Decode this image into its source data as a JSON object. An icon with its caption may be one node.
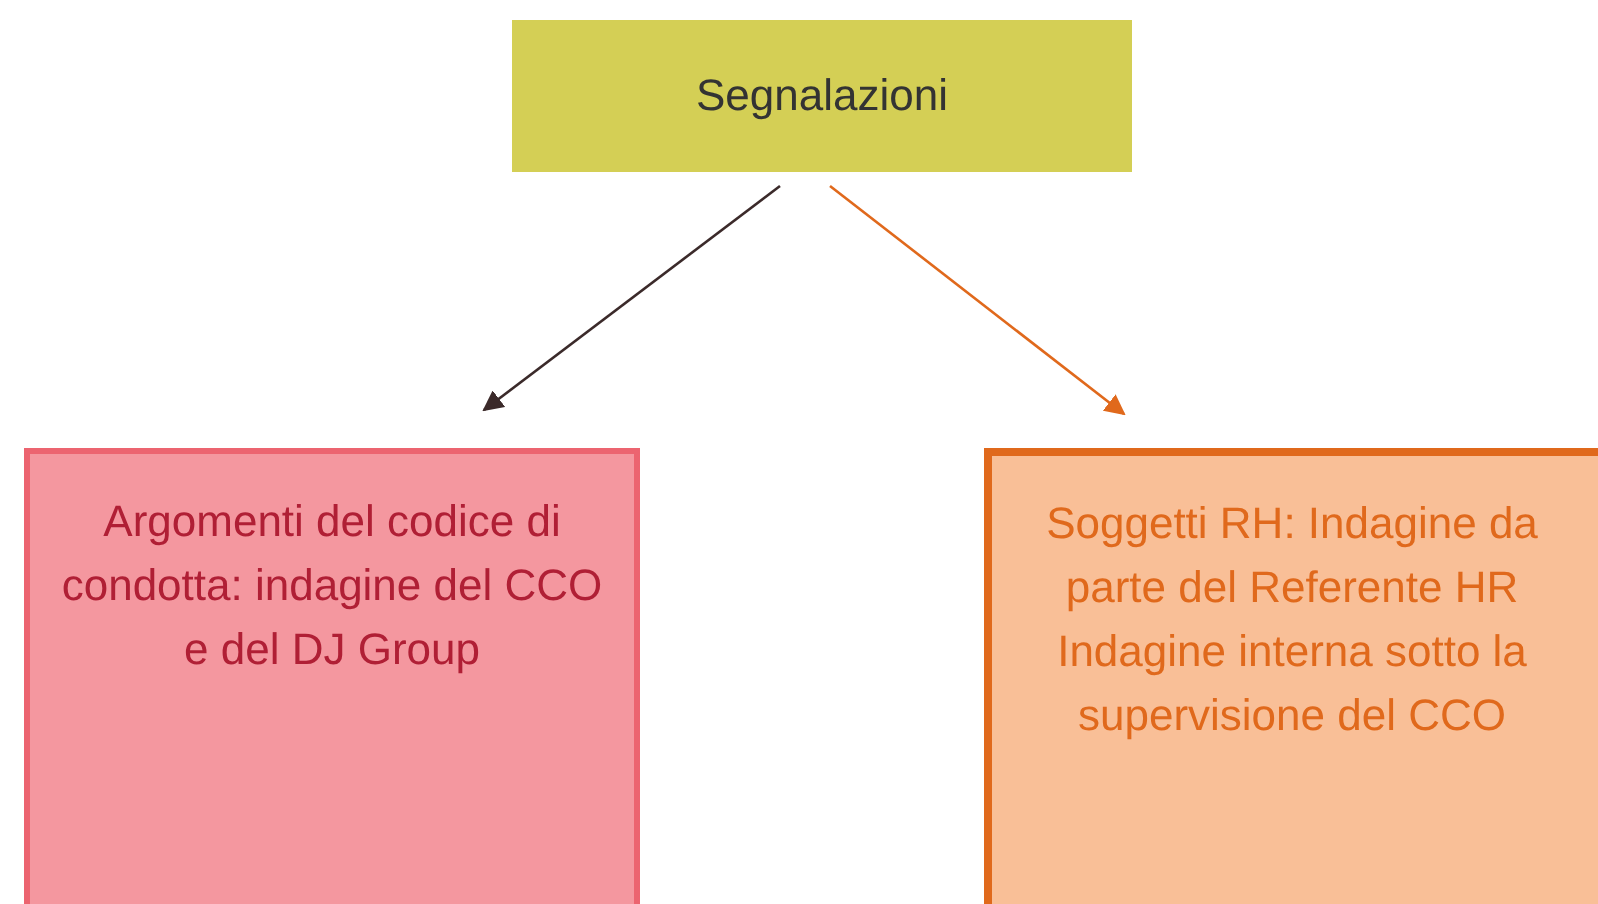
{
  "diagram": {
    "nodes": [
      {
        "text": [
          "Segnalazioni"
        ]
      },
      {
        "text": [
          "Argomenti del codice di condotta: indagine del CCO e del DJ Group"
        ]
      },
      {
        "text": [
          "Soggetti RH: Indagine da parte del Referente HR Indagine interna sotto la supervisione del CCO"
        ]
      }
    ],
    "edges": [
      {
        "from": 0,
        "to": 1,
        "arrow": "to"
      },
      {
        "from": 0,
        "to": 2,
        "arrow": "to",
        "color": "#e0691c"
      }
    ]
  }
}
